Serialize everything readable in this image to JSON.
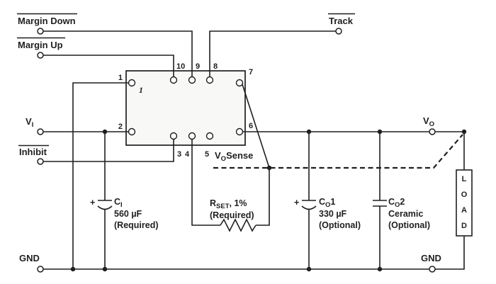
{
  "colors": {
    "line": "#1f1f1f",
    "background": "#ffffff",
    "module_fill": "#f8f8f7"
  },
  "labels": {
    "margin_down": "Margin Down",
    "margin_up": "Margin Up",
    "track": "Track",
    "inhibit": "Inhibit",
    "gnd_left": "GND",
    "gnd_right": "GND",
    "vi": {
      "main": "V",
      "sub": "I"
    },
    "vo": {
      "main": "V",
      "sub": "O"
    },
    "vo_sense": {
      "main": "V",
      "sub": "O",
      "rest": "Sense"
    }
  },
  "module": {
    "pins": {
      "p1": "1",
      "p2": "2",
      "p3": "3",
      "p4": "4",
      "p5": "5",
      "p6": "6",
      "p7": "7",
      "p8": "8",
      "p9": "9",
      "p10": "10"
    },
    "pin1_marker": "1"
  },
  "components": {
    "ci": {
      "plus": "+",
      "ref": "C",
      "ref_sub": "I",
      "value": "560 µF",
      "note": "(Required)"
    },
    "rset": {
      "ref": "R",
      "ref_sub": "SET",
      "suffix": ", 1%",
      "note": "(Required)"
    },
    "co1": {
      "plus": "+",
      "ref": "C",
      "ref_sub": "O",
      "ref_suffix": "1",
      "value": "330 µF",
      "note": "(Optional)"
    },
    "co2": {
      "ref": "C",
      "ref_sub": "O",
      "ref_suffix": "2",
      "value": "Ceramic",
      "note": "(Optional)"
    },
    "load": {
      "letters": [
        "L",
        "O",
        "A",
        "D"
      ]
    }
  }
}
